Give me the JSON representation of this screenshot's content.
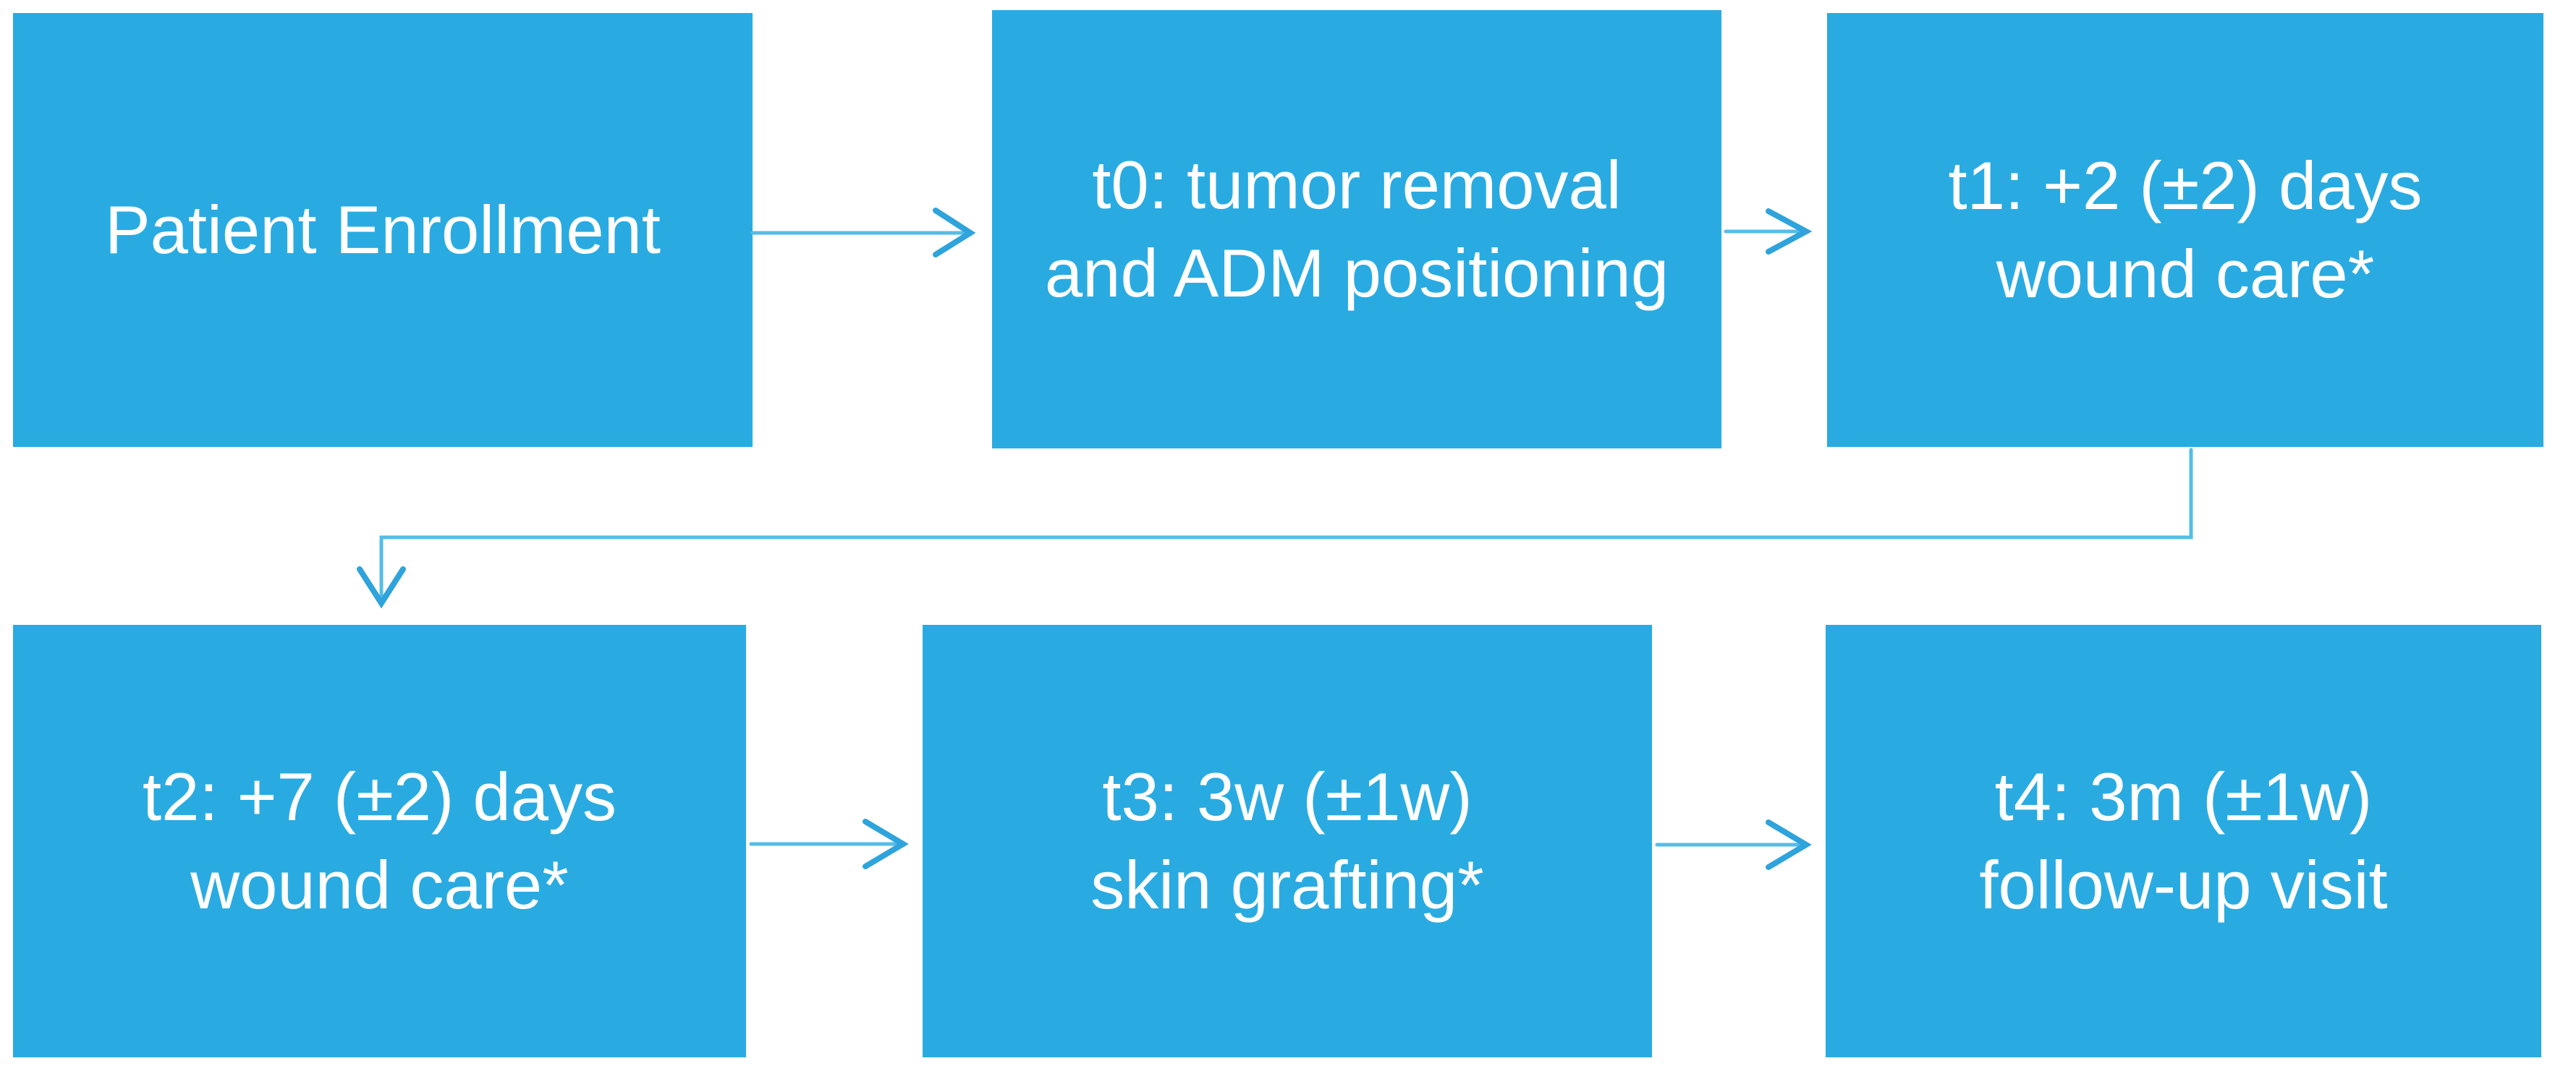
{
  "diagram": {
    "type": "flowchart",
    "description": "Clinical study timeline flowchart, two rows of three process boxes connected by arrows",
    "nodes": [
      {
        "id": "enrollment",
        "line1": "Patient Enrollment",
        "line2": ""
      },
      {
        "id": "t0",
        "line1": "t0: tumor removal",
        "line2": "and ADM positioning"
      },
      {
        "id": "t1",
        "line1": "t1: +2 (±2) days",
        "line2": "wound care*"
      },
      {
        "id": "t2",
        "line1": "t2: +7 (±2) days",
        "line2": "wound care*"
      },
      {
        "id": "t3",
        "line1": "t3: 3w (±1w)",
        "line2": "skin grafting*"
      },
      {
        "id": "t4",
        "line1": "t4: 3m (±1w)",
        "line2": "follow-up visit"
      }
    ],
    "edges": [
      {
        "from": "enrollment",
        "to": "t0",
        "style": "straight-right"
      },
      {
        "from": "t0",
        "to": "t1",
        "style": "straight-right"
      },
      {
        "from": "t1",
        "to": "t2",
        "style": "elbow-down-left-down"
      },
      {
        "from": "t2",
        "to": "t3",
        "style": "straight-right"
      },
      {
        "from": "t3",
        "to": "t4",
        "style": "straight-right"
      }
    ],
    "colors": {
      "node_fill": "#29ABE2",
      "node_text": "#FFFFFF",
      "connector_line": "#55BDE9",
      "arrowhead": "#2EA3DC",
      "background": "#FFFFFF"
    }
  }
}
